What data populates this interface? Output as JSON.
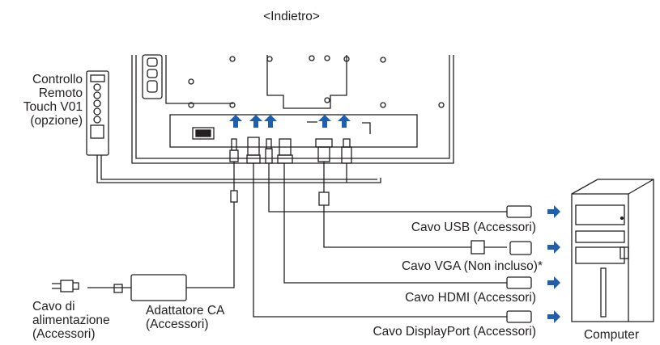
{
  "title": "<Indietro>",
  "labels": {
    "remote": "Controllo\nRemoto\nTouch V01\n(opzione)",
    "usb": "Cavo USB (Accessori)",
    "vga": "Cavo VGA (Non incluso)*",
    "hdmi": "Cavo HDMI (Accessori)",
    "displayport": "Cavo DisplayPort (Accessori)",
    "power_cord": "Cavo di\nalimentazione\n(Accessori)",
    "adapter": "Adattatore CA\n(Accessori)",
    "computer": "Computer"
  },
  "colors": {
    "arrow": "#1f5fb0",
    "line": "#231f20",
    "fill": "#ffffff"
  }
}
